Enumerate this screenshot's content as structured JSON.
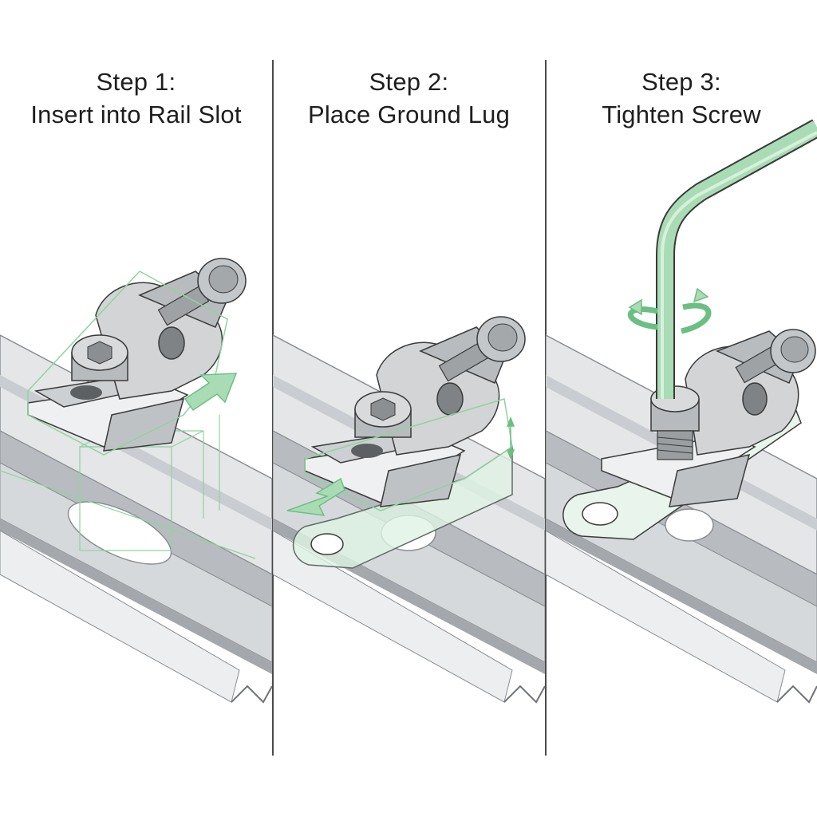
{
  "steps": [
    {
      "heading": "Step 1:",
      "title": "Insert into Rail Slot"
    },
    {
      "heading": "Step 2:",
      "title": "Place Ground Lug"
    },
    {
      "heading": "Step 3:",
      "title": "Tighten Screw"
    }
  ],
  "colors": {
    "rail_light": "#e4e6e8",
    "rail_mid": "#cfd2d5",
    "rail_dark": "#a9adb1",
    "metal": "#c9cbcd",
    "metal_dark": "#8d9194",
    "accent_green": "#a9dcb4",
    "accent_green_stroke": "#6cbf82",
    "outline": "#3a3a3a"
  },
  "icons": [
    "hex-socket-screw-icon",
    "direction-arrow-icon",
    "rotation-arrow-icon",
    "hex-key-icon"
  ]
}
